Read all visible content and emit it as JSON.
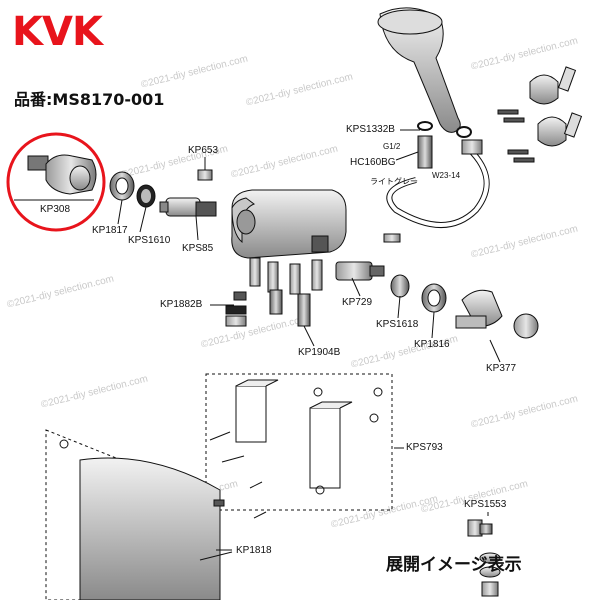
{
  "header": {
    "brand": "KVK",
    "model_line": "品番:MS8170-001",
    "brand_color": "#e8141c"
  },
  "footer": {
    "note": "展開イメージ表示"
  },
  "highlight": {
    "part": "KP308",
    "ring_color": "#e8141c"
  },
  "watermark": {
    "text": "©2021-diy selection.com"
  },
  "parts": {
    "kp308": "KP308",
    "kp1817": "KP1817",
    "kps1610": "KPS1610",
    "kps85": "KPS85",
    "kp653": "KP653",
    "kps1332b": "KPS1332B",
    "g12": "G1/2",
    "hc160bg": "HC160BG",
    "light_gray": "ライトグレー",
    "w2314": "W23-14",
    "kp1882b": "KP1882B",
    "kp729": "KP729",
    "kps1618": "KPS1618",
    "kp1816": "KP1816",
    "kp377": "KP377",
    "kp1904b": "KP1904B",
    "kps793": "KPS793",
    "kp1818": "KP1818",
    "kps1553": "KPS1553"
  }
}
